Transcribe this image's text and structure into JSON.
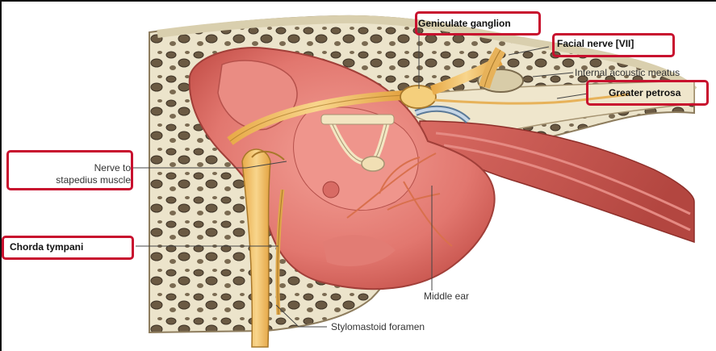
{
  "labels": {
    "geniculate_ganglion": "Geniculate ganglion",
    "facial_nerve": "Facial nerve [VII]",
    "internal_acoustic_meatus": "Internal acoustic meatus",
    "greater_petrosal": "Greater petrosa",
    "nerve_to_stapedius_1": "Nerve to",
    "nerve_to_stapedius_2": "stapedius muscle",
    "chorda_tympani": "Chorda tympani",
    "middle_ear": "Middle ear",
    "stylomastoid_foramen": "Stylomastoid foramen"
  },
  "colors": {
    "highlight_box": "#c8102e",
    "bone": "#e9e1c8",
    "bone_pore": "#5a4e3c",
    "mucosa": "#e8847a",
    "mucosa_dark": "#c75a55",
    "nerve": "#f2c26a",
    "nerve_outline": "#b8862e",
    "muscle": "#c8524c"
  }
}
